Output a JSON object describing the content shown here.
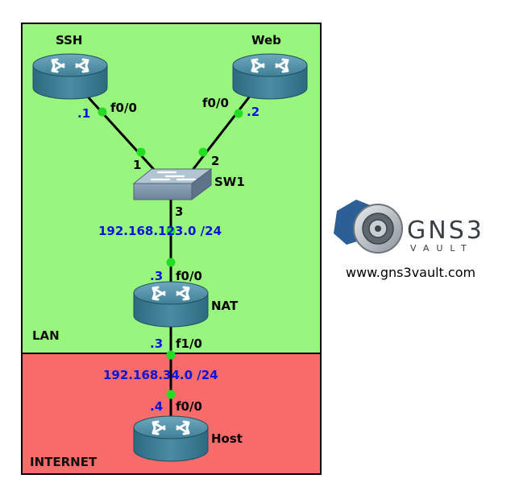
{
  "zones": {
    "lan": "LAN",
    "internet": "INTERNET",
    "lan_color": "#98f57e",
    "internet_color": "#f76b6b"
  },
  "devices": {
    "ssh": "SSH",
    "web": "Web",
    "sw1": "SW1",
    "nat": "NAT",
    "host": "Host"
  },
  "interfaces": {
    "ssh_f00": "f0/0",
    "web_f00": "f0/0",
    "sw_port1": "1",
    "sw_port2": "2",
    "sw_port3": "3",
    "nat_f00": "f0/0",
    "nat_f10": "f1/0",
    "host_f00": "f0/0"
  },
  "addresses": {
    "ssh": ".1",
    "web": ".2",
    "nat_lan": ".3",
    "nat_wan": ".3",
    "host": ".4",
    "lan_net": "192.168.123.0 /24",
    "wan_net": "192.168.34.0 /24"
  },
  "logo": {
    "brand": "GNS3",
    "sub": "VAULT",
    "url": "www.gns3vault.com"
  },
  "colors": {
    "link_dot": "#22dd22",
    "router": "#3e7f96",
    "switch": "#8aa1b4",
    "ip_text": "#0a14d8"
  },
  "icons": {
    "router": "router-icon",
    "switch": "switch-icon"
  }
}
